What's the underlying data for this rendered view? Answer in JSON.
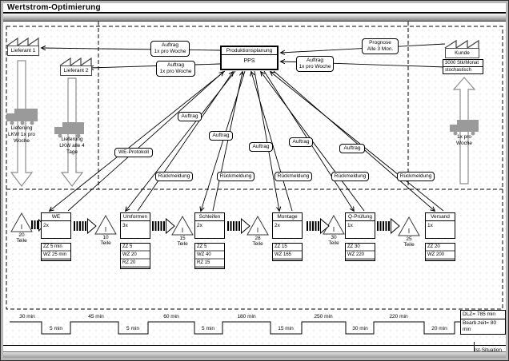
{
  "window": {
    "title": "Wertstrom-Optimierung",
    "sheet_tab": "Ist-Situation"
  },
  "pps": {
    "title": "Produktionsplanung",
    "name": "PPS"
  },
  "suppliers": {
    "s1": {
      "name": "Lieferant 1",
      "order_label": "Auftrag\n1x pro Woche",
      "delivery_label": "Lieferung\nLKW 1x pro\nWoche"
    },
    "s2": {
      "name": "Lieferant 2",
      "order_label": "Auftrag\n1x pro Woche",
      "delivery_label": "Lieferung\nLKW alle 4\nTage"
    }
  },
  "customer": {
    "name": "Kunde",
    "demand_line1": "3000 Stk/Monat",
    "demand_line2": "stochastisch",
    "forecast_label": "Prognose\nAlle 3 Mon.",
    "order_label": "Auftrag\n1x pro Woche",
    "shipping_label": "1x pro\nWoche"
  },
  "info_flows": {
    "we_protokoll": "WE-Protokoll",
    "auftrag_labels": [
      "Auftrag",
      "Auftrag",
      "Auftrag",
      "Auftrag",
      "Auftrag"
    ],
    "rueckmeldung_labels": [
      "Rückmeldung",
      "Rückmeldung",
      "Rückmeldung",
      "Rückmeldung",
      "Rückmeldung"
    ]
  },
  "inventory_symbol": "I",
  "inventories": [
    {
      "qty": "20",
      "unit": "Teile"
    },
    {
      "qty": "10",
      "unit": "Teile"
    },
    {
      "qty": "15",
      "unit": "Teile"
    },
    {
      "qty": "28",
      "unit": "Teile"
    },
    {
      "qty": "30",
      "unit": "Teile"
    },
    {
      "qty": "25",
      "unit": "Teile"
    }
  ],
  "processes": [
    {
      "name": "WE",
      "operators": "2x",
      "rows": [
        "ZZ 5 min",
        "WZ 25 min"
      ]
    },
    {
      "name": "Umformen",
      "operators": "3x",
      "rows": [
        "ZZ 5",
        "WZ 20",
        "RZ 20"
      ]
    },
    {
      "name": "Schleifen",
      "operators": "2x",
      "rows": [
        "ZZ 5",
        "WZ 40",
        "RZ 15"
      ]
    },
    {
      "name": "Montage",
      "operators": "2x",
      "rows": [
        "ZZ 15",
        "WZ 165"
      ]
    },
    {
      "name": "Q-Prüfung",
      "operators": "1x",
      "rows": [
        "ZZ 30",
        "WZ 220"
      ]
    },
    {
      "name": "Versand",
      "operators": "1x",
      "rows": [
        "ZZ 20",
        "WZ 200"
      ]
    }
  ],
  "timeline": {
    "wait_times": [
      "30 min",
      "45 min",
      "60 min",
      "180 min",
      "250 min",
      "220 min"
    ],
    "process_times": [
      "5 min",
      "5 min",
      "5 min",
      "15 min",
      "30 min",
      "20 min"
    ],
    "summary_line1": "DLZ= 785 min",
    "summary_line2": "Bearb.zeit= 80 min"
  }
}
